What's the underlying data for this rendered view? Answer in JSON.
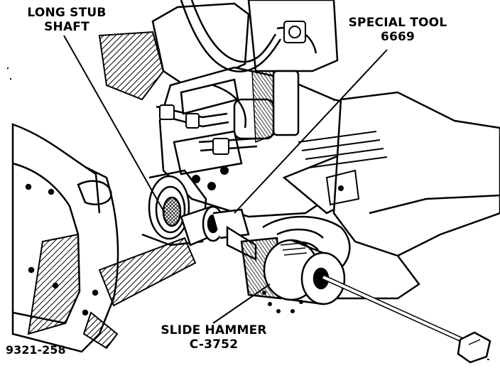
{
  "labels": {
    "long_stub": {
      "line1": "LONG STUB",
      "line2": "SHAFT"
    },
    "special_tool": {
      "line1": "SPECIAL TOOL",
      "line2": "6669"
    },
    "slide_hammer": {
      "line1": "SLIDE HAMMER",
      "line2": "C-3752"
    }
  },
  "figure_number": "9321-258"
}
